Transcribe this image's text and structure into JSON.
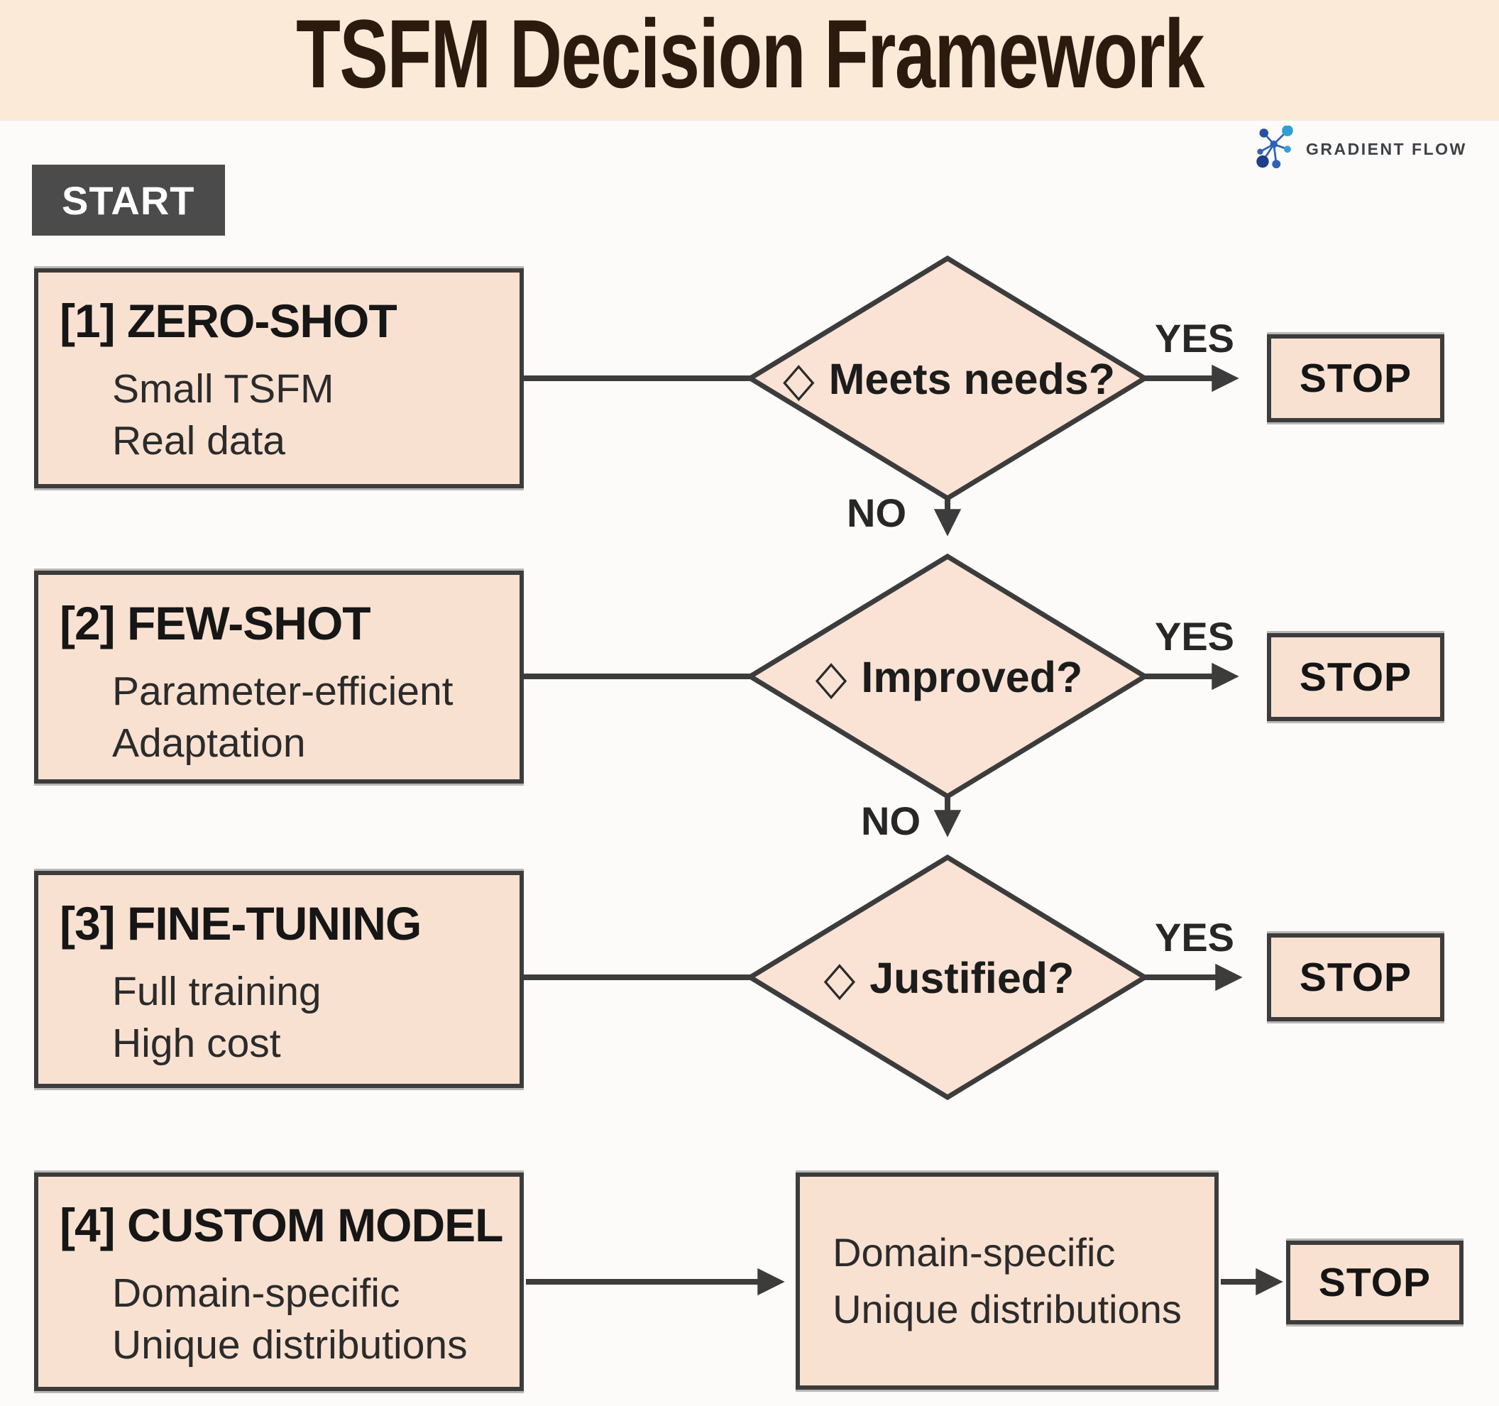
{
  "header": {
    "title": "TSFM Decision Framework"
  },
  "brand": {
    "name": "GRADIENT FLOW",
    "icon": "network-molecule-icon"
  },
  "start": {
    "label": "START"
  },
  "icons": {
    "decision_diamond": "◇"
  },
  "colors": {
    "header_bg": "#fcead9",
    "node_fill": "#f9e1d1",
    "outline": "#3c3c3c",
    "start_bg": "#4b4b4b",
    "title_text": "#2a1b0e",
    "logo_dark_blue": "#1f3f8c",
    "logo_mid_blue": "#2d62b5",
    "logo_light_blue": "#2f9fd6"
  },
  "steps": [
    {
      "title": "[1] ZERO-SHOT",
      "lines": [
        "Small TSFM",
        "Real data"
      ]
    },
    {
      "title": "[2] FEW-SHOT",
      "lines": [
        "Parameter-efficient",
        "Adaptation"
      ]
    },
    {
      "title": "[3] FINE-TUNING",
      "lines": [
        "Full training",
        "High cost"
      ]
    },
    {
      "title": "[4] CUSTOM MODEL",
      "lines": [
        "Domain-specific",
        "Unique distributions"
      ]
    }
  ],
  "decisions": [
    {
      "question": "Meets needs?",
      "yes_label": "YES",
      "no_label": "NO",
      "stop_label": "STOP"
    },
    {
      "question": "Improved?",
      "yes_label": "YES",
      "no_label": "NO",
      "stop_label": "STOP"
    },
    {
      "question": "Justified?",
      "yes_label": "YES",
      "stop_label": "STOP"
    }
  ],
  "custom_path": {
    "box_lines": [
      "Domain-specific",
      "Unique distributions"
    ],
    "stop_label": "STOP"
  }
}
